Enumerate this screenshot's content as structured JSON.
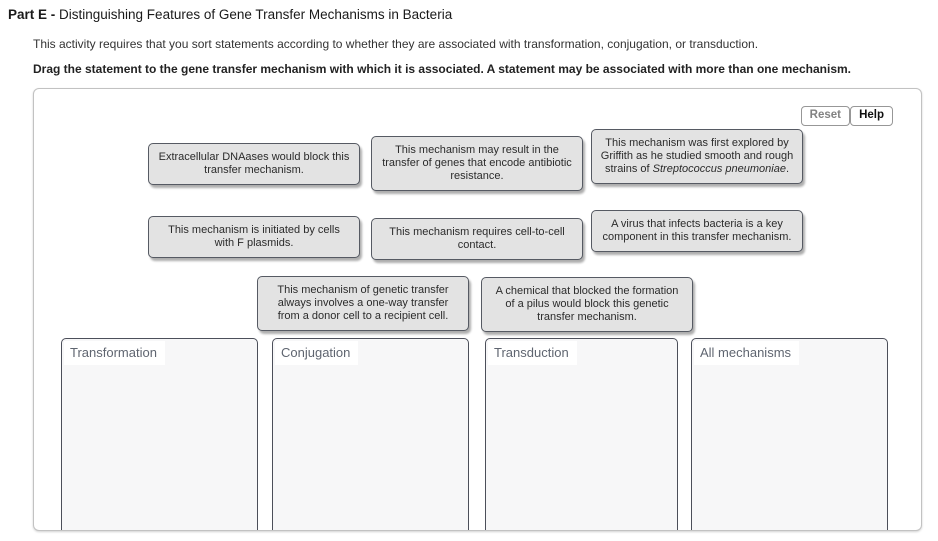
{
  "header": {
    "part_label": "Part E - ",
    "title": "Distinguishing Features of Gene Transfer Mechanisms in Bacteria",
    "description": "This activity requires that you sort statements according to whether they are associated with transformation, conjugation, or transduction.",
    "instruction": "Drag the statement to the gene transfer mechanism with which it is associated. A statement may be associated with more than one mechanism."
  },
  "toolbar": {
    "reset_label": "Reset",
    "help_label": "Help"
  },
  "cards": [
    {
      "text": "Extracellular DNAases would block this transfer mechanism."
    },
    {
      "text": "This mechanism may result in the transfer of genes that encode antibiotic resistance."
    },
    {
      "text_before": "This mechanism was first explored by Griffith as he studied smooth and rough strains of ",
      "italic": "Streptococcus pneumoniae",
      "text_after": "."
    },
    {
      "text": "This mechanism is initiated by cells with F plasmids."
    },
    {
      "text": "This mechanism requires cell-to-cell contact."
    },
    {
      "text": "A virus that infects bacteria is a key component in this transfer mechanism."
    },
    {
      "text": "This mechanism of genetic transfer always involves a one-way transfer from a donor cell to a recipient cell."
    },
    {
      "text": "A chemical that blocked the formation of a pilus would block this genetic transfer mechanism."
    }
  ],
  "bins": [
    {
      "label": "Transformation"
    },
    {
      "label": "Conjugation"
    },
    {
      "label": "Transduction"
    },
    {
      "label": "All mechanisms"
    }
  ],
  "colors": {
    "card_background": "#e3e3e3",
    "card_border": "#565a63",
    "bin_background": "#f7f7f8",
    "bin_border": "#4c4f5a",
    "panel_border": "#c2c2c2",
    "reset_text": "#828282",
    "help_text": "#111111"
  }
}
